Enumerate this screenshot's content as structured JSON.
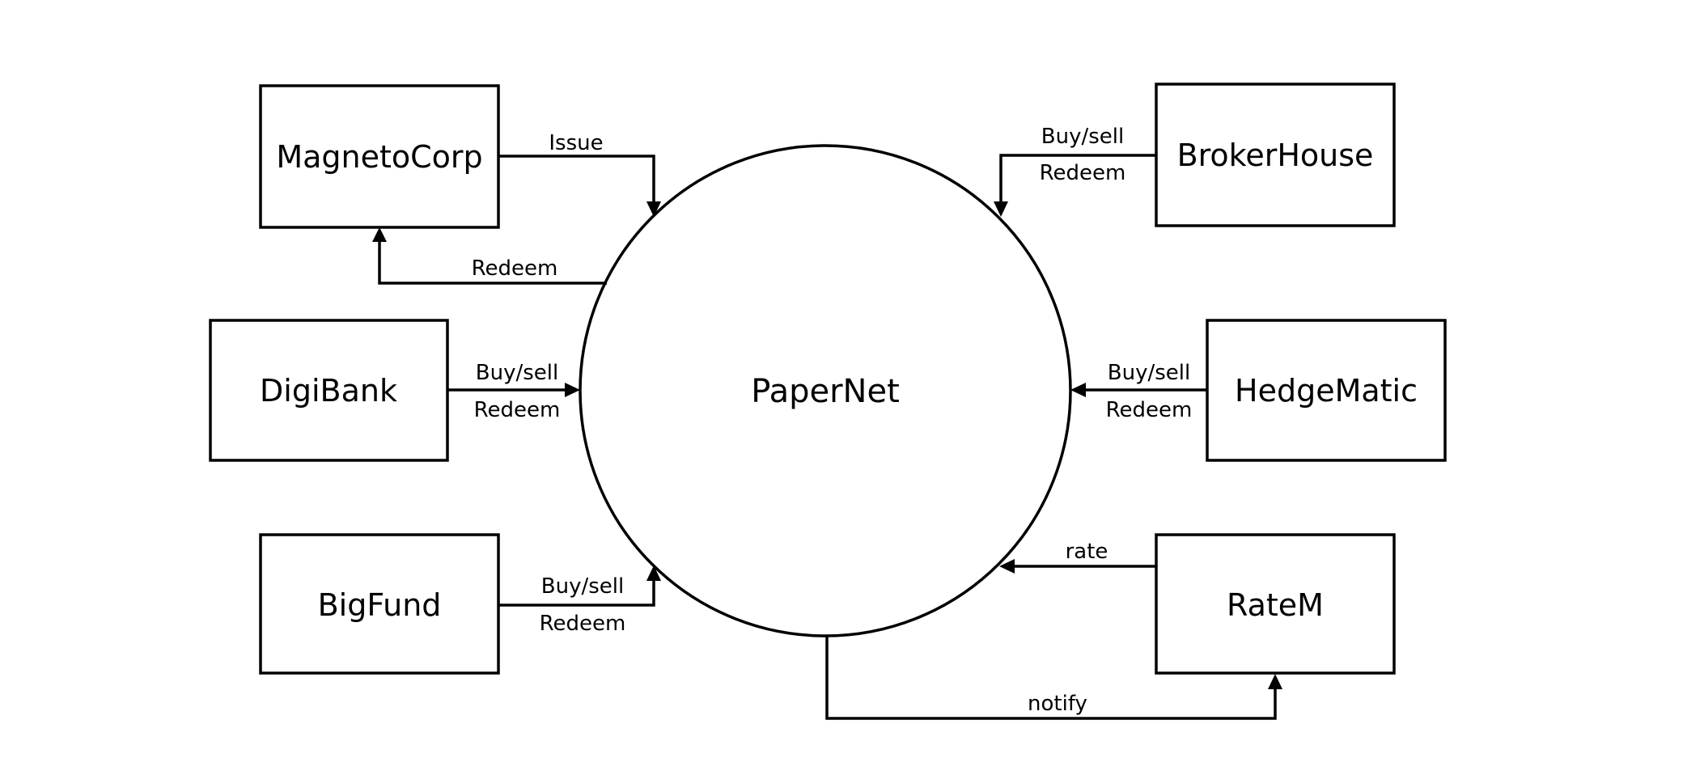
{
  "hub": {
    "label": "PaperNet"
  },
  "nodes": {
    "magnetocorp": "MagnetoCorp",
    "digibank": "DigiBank",
    "bigfund": "BigFund",
    "brokerhouse": "BrokerHouse",
    "hedgematic": "HedgeMatic",
    "ratem": "RateM"
  },
  "edges": {
    "magnetocorp_issue": "Issue",
    "magnetocorp_redeem": "Redeem",
    "digibank_buysell": "Buy/sell",
    "digibank_redeem": "Redeem",
    "bigfund_buysell": "Buy/sell",
    "bigfund_redeem": "Redeem",
    "brokerhouse_buysell": "Buy/sell",
    "brokerhouse_redeem": "Redeem",
    "hedgematic_buysell": "Buy/sell",
    "hedgematic_redeem": "Redeem",
    "ratem_rate": "rate",
    "ratem_notify": "notify"
  }
}
